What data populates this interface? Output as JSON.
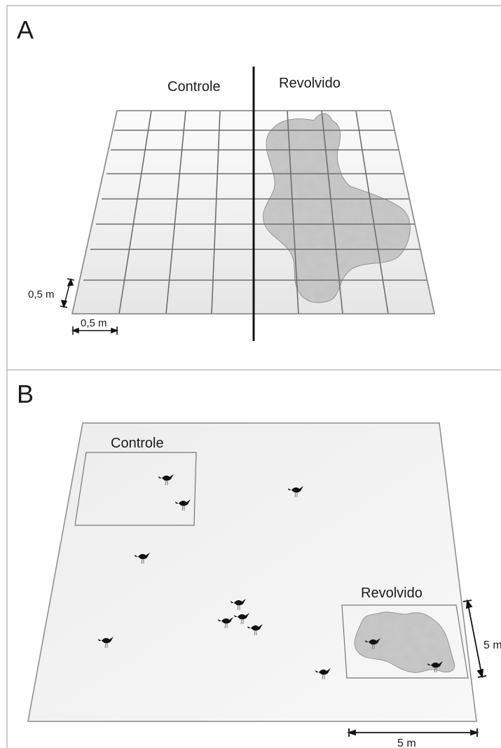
{
  "panel_a": {
    "letter": "A",
    "left_label": "Controle",
    "right_label": "Revolvido",
    "cell_vertical": "0,5 m",
    "cell_horizontal": "0,5 m"
  },
  "panel_b": {
    "letter": "B",
    "control_label": "Controle",
    "disturbed_label": "Revolvido",
    "size_vertical": "5 m",
    "size_horizontal": "5 m"
  },
  "colors": {
    "grid_line": "#6e6e6e",
    "patch_fill": "#bdbdbd",
    "plane_fill": "#ececec",
    "ink": "#111111"
  }
}
